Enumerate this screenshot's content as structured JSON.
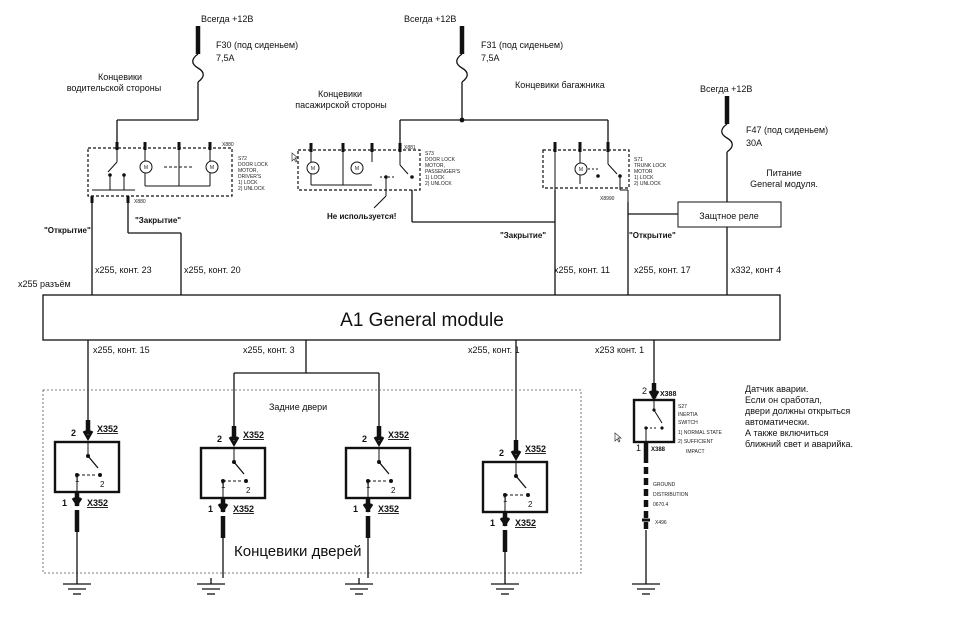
{
  "fuses": {
    "f30": {
      "supply": "Всегда +12В",
      "name": "F30 (под сиденьем)",
      "rating": "7,5А"
    },
    "f31": {
      "supply": "Всегда +12В",
      "name": "F31 (под сиденьем)",
      "rating": "7,5А"
    },
    "f47": {
      "supply": "Всегда +12В",
      "name": "F47 (под сиденьем)",
      "rating": "30А"
    }
  },
  "labels": {
    "driver_side_l1": "Концевики",
    "driver_side_l2": "водительской стороны",
    "passenger_side_l1": "Концевики",
    "passenger_side_l2": "пасажирской стороны",
    "trunk": "Концевики багажника",
    "power_l1": "Питание",
    "power_l2": "General модуля.",
    "relay": "Защтное реле",
    "not_used": "Не используется!",
    "open_left": "\"Открытие\"",
    "close_left": "\"Закрытие\"",
    "close_trunk": "\"Закрытие\"",
    "open_trunk": "\"Открытие\"",
    "connector": "x255 разъём",
    "module": "A1 General module",
    "rear_doors": "Задние двери",
    "door_switches": "Концевики дверей",
    "crash_l1": "Датчик аварии.",
    "crash_l2": "Если он сработал,",
    "crash_l3": "двери должны открыться",
    "crash_l4": "автоматически.",
    "crash_l5": "А также включиться",
    "crash_l6": "ближний свет и аварийка."
  },
  "pins_top": {
    "p23": "x255, конт. 23",
    "p20": "x255, конт. 20",
    "p11": "x255, конт. 11",
    "p17": "x255, конт. 17",
    "p4": "x332, конт 4"
  },
  "pins_bottom": {
    "p15": "x255, конт. 15",
    "p3": "x255, конт. 3",
    "p1": "x255, конт. 1",
    "p253": "x253 конт. 1"
  },
  "door_switch": {
    "connector": "X352",
    "pin_top": "2",
    "pin_bottom": "1",
    "contact_1": "1",
    "contact_2": "2"
  },
  "inertia": {
    "conn_top": "X388",
    "name": "S27",
    "l1": "INERTIA",
    "l2": "SWITCH",
    "l3": "1)   NORMAL STATE",
    "l4": "2)   SUFFICIENT",
    "l5": "IMPACT",
    "conn_bottom": "X388",
    "ground_l1": "GROUND",
    "ground_l2": "DISTRIBUTION",
    "ground_l3": "0670.4",
    "ground_conn": "X496",
    "pin_top": "2",
    "pin_bottom": "1"
  },
  "lock_driver": {
    "conn": "X880",
    "name": "S72",
    "l1": "DOOR LOCK",
    "l2": "MOTOR,",
    "l3": "DRIVER'S",
    "l4": "1)  LOCK",
    "l5": "2)  UNLOCK",
    "conn_bottom": "X880",
    "motor": "M"
  },
  "lock_passenger": {
    "name": "S73",
    "l1": "DOOR LOCK",
    "l2": "MOTOR,",
    "l3": "PASSENGER'S",
    "l4": "1)  LOCK",
    "l5": "2)  UNLOCK",
    "conn": "X881",
    "motor": "M"
  },
  "lock_trunk": {
    "name": "S71",
    "l1": "TRUNK LOCK",
    "l2": "MOTOR",
    "l3": "1)  LOCK",
    "l4": "2)  UNLOCK",
    "conn": "X8990",
    "motor": "M"
  }
}
